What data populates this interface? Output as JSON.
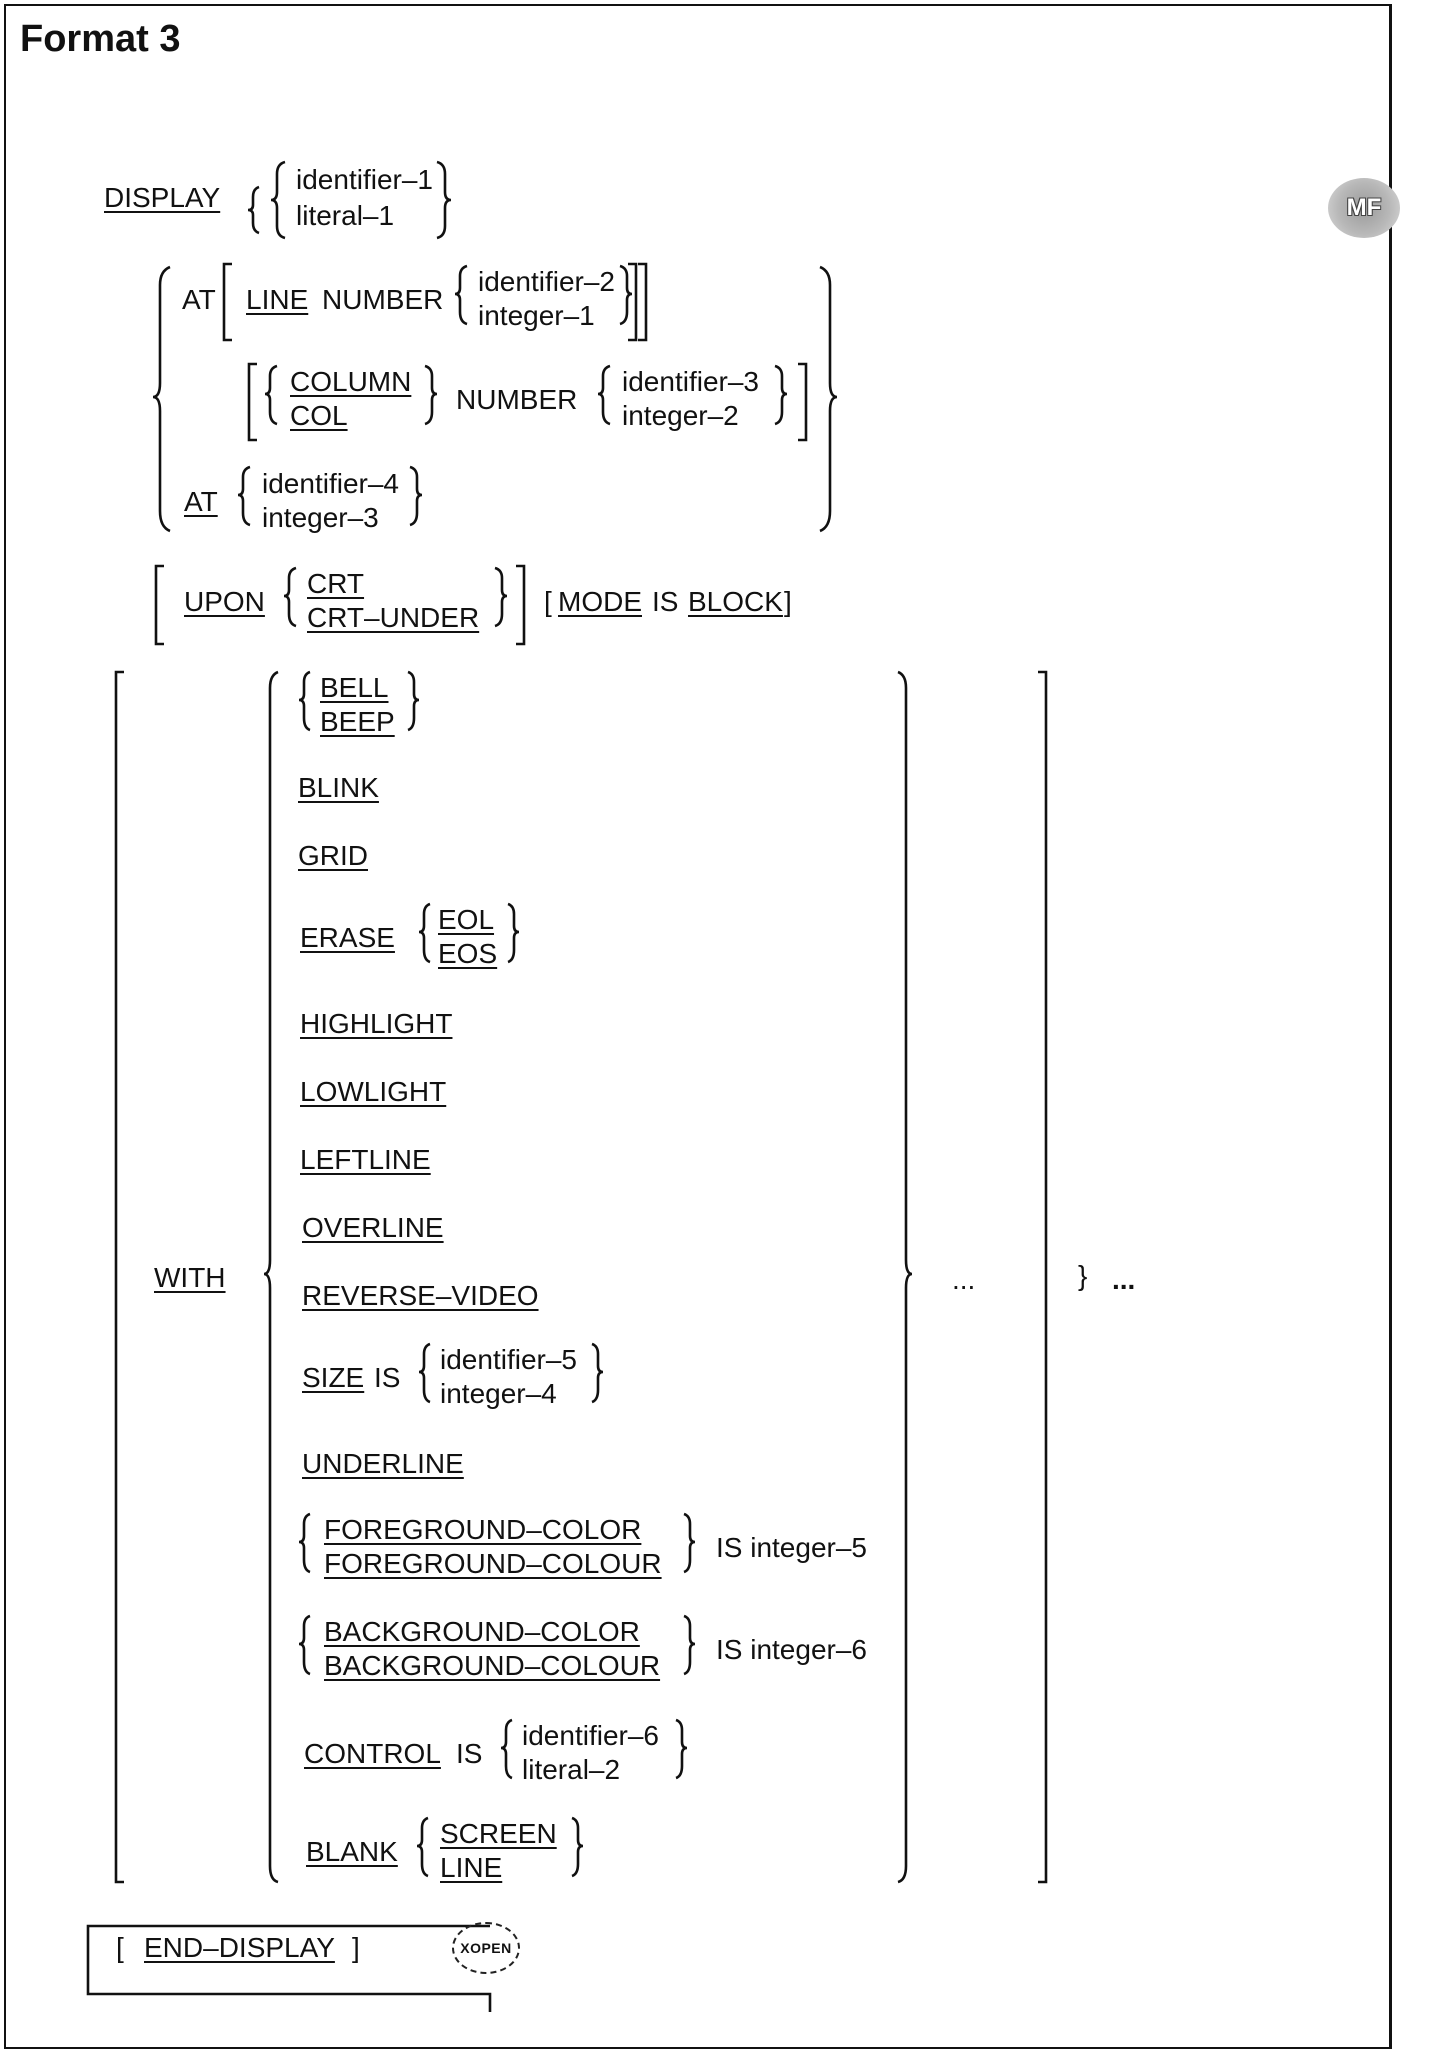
{
  "title": "Format 3",
  "badges": {
    "mf": "MF",
    "xopen": "XOPEN"
  },
  "syntax": {
    "display": "DISPLAY",
    "identifier_1": "identifier–1",
    "literal_1": "literal–1",
    "at_1": "AT",
    "line": "LINE",
    "number_1": "NUMBER",
    "identifier_2": "identifier–2",
    "integer_1": "integer–1",
    "column": "COLUMN",
    "col": "COL",
    "number_2": "NUMBER",
    "identifier_3": "identifier–3",
    "integer_2": "integer–2",
    "at_2": "AT",
    "identifier_4": "identifier–4",
    "integer_3": "integer–3",
    "upon": "UPON",
    "crt": "CRT",
    "crt_under": "CRT–UNDER",
    "mode_open": "[",
    "mode": "MODE",
    "is_mode": "IS",
    "block": "BLOCK",
    "mode_close": "]",
    "with": "WITH",
    "bell": "BELL",
    "beep": "BEEP",
    "blink": "BLINK",
    "grid": "GRID",
    "erase": "ERASE",
    "eol": "EOL",
    "eos": "EOS",
    "highlight": "HIGHLIGHT",
    "lowlight": "LOWLIGHT",
    "leftline": "LEFTLINE",
    "overline": "OVERLINE",
    "reverse_video": "REVERSE–VIDEO",
    "size": "SIZE",
    "size_is": "IS",
    "identifier_5": "identifier–5",
    "integer_4": "integer–4",
    "underline": "UNDERLINE",
    "foreground_color": "FOREGROUND–COLOR",
    "foreground_colour": "FOREGROUND–COLOUR",
    "is_integer_5": "IS integer–5",
    "background_color": "BACKGROUND–COLOR",
    "background_colour": "BACKGROUND–COLOUR",
    "is_integer_6": "IS integer–6",
    "control": "CONTROL",
    "control_is": "IS",
    "identifier_6": "identifier–6",
    "literal_2": "literal–2",
    "blank": "BLANK",
    "screen": "SCREEN",
    "line_2": "LINE",
    "ellipsis_1": "...",
    "ellipsis_2": "...",
    "end_open": "[",
    "end_display": "END–DISPLAY",
    "end_close": "]"
  }
}
